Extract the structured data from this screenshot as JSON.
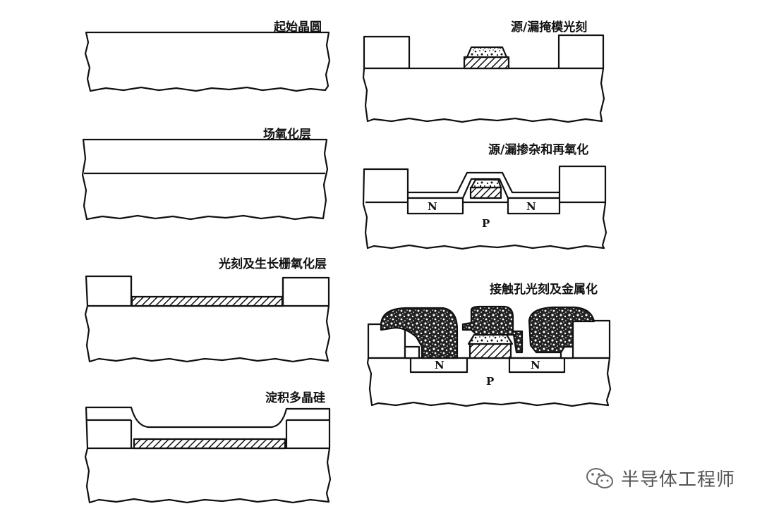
{
  "steps": {
    "s1": "起始晶圆",
    "s2": "场氧化层",
    "s3": "光刻及生长栅氧化层",
    "s4": "淀积多晶硅",
    "s5": "源/漏掩模光刻",
    "s6": "源/漏掺杂和再氧化",
    "s7": "接触孔光刻及金属化"
  },
  "regions": {
    "n": "N",
    "p": "P"
  },
  "watermark": {
    "text": "半导体工程师",
    "icon": "wechat-logo-icon"
  },
  "colors": {
    "ink": "#111111",
    "paper": "#ffffff",
    "watermark": "#555555"
  }
}
